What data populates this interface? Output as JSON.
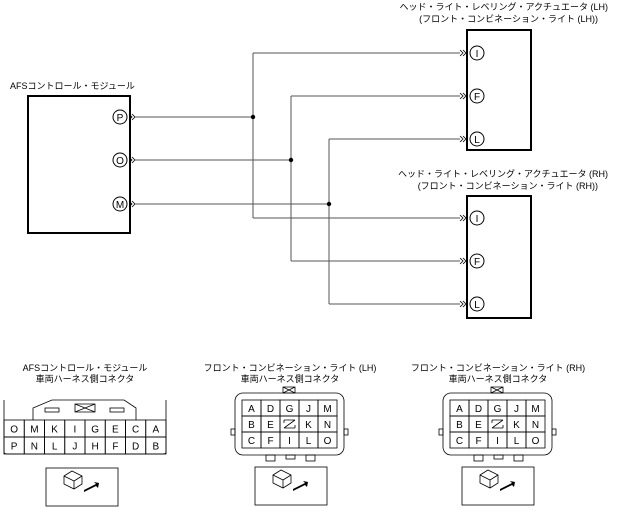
{
  "wiring": {
    "module": {
      "label": "AFSコントロール・モジュール",
      "pins": [
        "P",
        "O",
        "M"
      ]
    },
    "actuator_lh": {
      "label_line1": "ヘッド・ライト・レベリング・アクチュエータ (LH)",
      "label_line2": "(フロント・コンビネーション・ライト (LH))",
      "pins": [
        "I",
        "F",
        "L"
      ]
    },
    "actuator_rh": {
      "label_line1": "ヘッド・ライト・レベリング・アクチュエータ (RH)",
      "label_line2": "(フロント・コンビネーション・ライト (RH))",
      "pins": [
        "I",
        "F",
        "L"
      ]
    },
    "connections": [
      {
        "from": "P",
        "to_lh": "I",
        "to_rh": "I"
      },
      {
        "from": "O",
        "to_lh": "F",
        "to_rh": "F"
      },
      {
        "from": "M",
        "to_lh": "L",
        "to_rh": "L"
      }
    ]
  },
  "connectors": {
    "afs": {
      "title_line1": "AFSコントロール・モジュール",
      "title_line2": "車両ハーネス側コネクタ",
      "row1": [
        "O",
        "M",
        "K",
        "I",
        "G",
        "E",
        "C",
        "A"
      ],
      "row2": [
        "P",
        "N",
        "L",
        "J",
        "H",
        "F",
        "D",
        "B"
      ]
    },
    "front_lh": {
      "title_line1": "フロント・コンビネーション・ライト (LH)",
      "title_line2": "車両ハーネス側コネクタ",
      "rows": [
        [
          "A",
          "D",
          "G",
          "J",
          "M"
        ],
        [
          "B",
          "E",
          "",
          "K",
          "N"
        ],
        [
          "C",
          "F",
          "I",
          "L",
          "O"
        ]
      ]
    },
    "front_rh": {
      "title_line1": "フロント・コンビネーション・ライト (RH)",
      "title_line2": "車両ハーネス側コネクタ",
      "rows": [
        [
          "A",
          "D",
          "G",
          "J",
          "M"
        ],
        [
          "B",
          "E",
          "",
          "K",
          "N"
        ],
        [
          "C",
          "F",
          "I",
          "L",
          "O"
        ]
      ]
    }
  }
}
